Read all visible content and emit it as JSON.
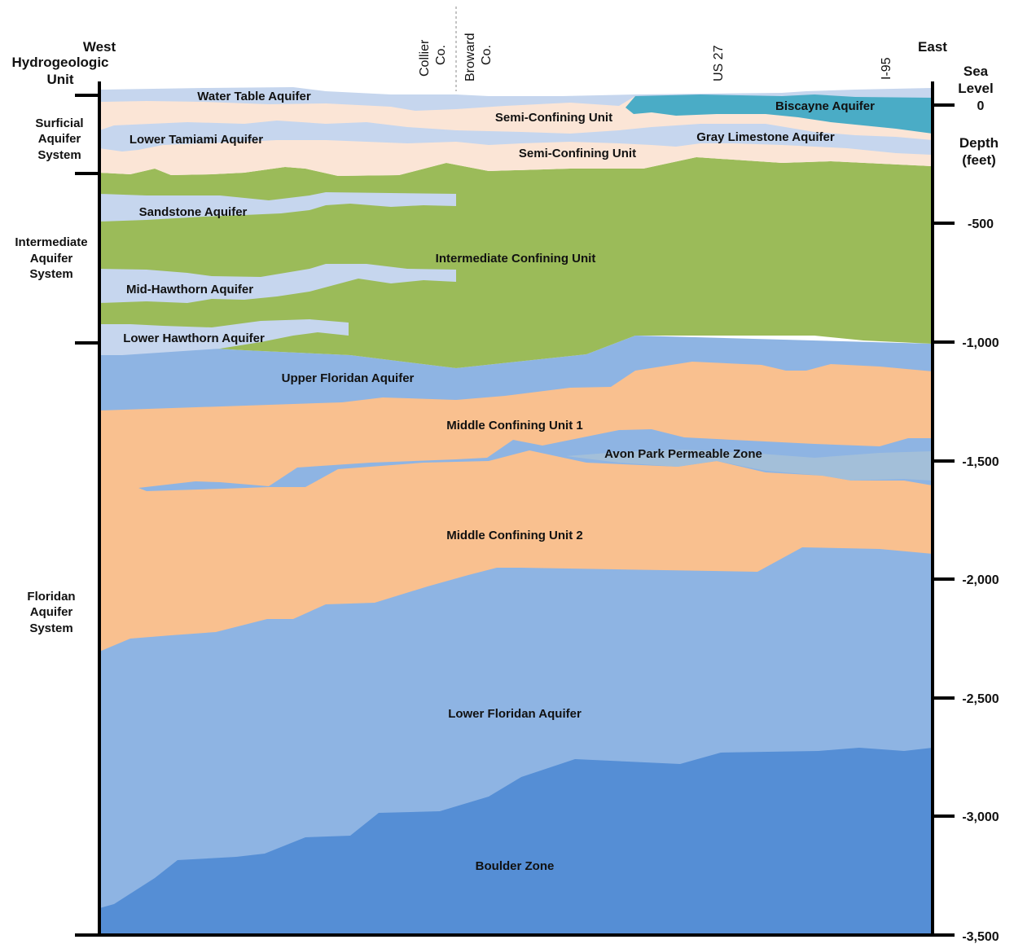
{
  "header": {
    "west": "West",
    "east": "East",
    "left_title": [
      "Hydrogeologic",
      "Unit"
    ],
    "right_title_top": [
      "Sea",
      "Level"
    ],
    "right_title_bottom": [
      "Depth",
      "(feet)"
    ]
  },
  "locations": [
    {
      "id": "collier",
      "lines": [
        "Collier",
        "Co."
      ]
    },
    {
      "id": "broward",
      "lines": [
        "Broward",
        "Co."
      ]
    },
    {
      "id": "us27",
      "lines": [
        "US 27"
      ]
    },
    {
      "id": "i95",
      "lines": [
        "I-95"
      ]
    }
  ],
  "systems": [
    {
      "id": "surficial",
      "lines": [
        "Surficial",
        "Aquifer",
        "System"
      ]
    },
    {
      "id": "intermediate",
      "lines": [
        "Intermediate",
        "Aquifer",
        "System"
      ]
    },
    {
      "id": "floridan",
      "lines": [
        "Floridan",
        "Aquifer",
        "System"
      ]
    }
  ],
  "depth_ticks": [
    "0",
    "-500",
    "-1,000",
    "-1,500",
    "-2,000",
    "-2,500",
    "-3,000",
    "-3,500"
  ],
  "units": {
    "water_table": "Water Table Aquifer",
    "semi1": "Semi-Confining Unit",
    "biscayne": "Biscayne Aquifer",
    "lower_tamiami": "Lower Tamiami Aquifer",
    "gray_limestone": "Gray Limestone Aquifer",
    "semi2": "Semi-Confining Unit",
    "sandstone": "Sandstone Aquifer",
    "icu": "Intermediate Confining Unit",
    "mid_hawthorn": "Mid-Hawthorn Aquifer",
    "lower_hawthorn": "Lower Hawthorn Aquifer",
    "upper_floridan": "Upper Floridan Aquifer",
    "mcu1": "Middle Confining Unit 1",
    "avon_park": "Avon Park Permeable Zone",
    "mcu2": "Middle Confining Unit 2",
    "lower_floridan": "Lower Floridan Aquifer",
    "boulder": "Boulder Zone"
  },
  "colors": {
    "light_aquifer": "#c6d6ee",
    "confining_light": "#fbe5d6",
    "biscayne": "#4aacc6",
    "icu_green": "#9bbb59",
    "floridan_blue": "#8eb4e3",
    "middle_confining": "#f9c08f",
    "boulder": "#558ed5",
    "avon_gray": "#a3bfd9"
  }
}
